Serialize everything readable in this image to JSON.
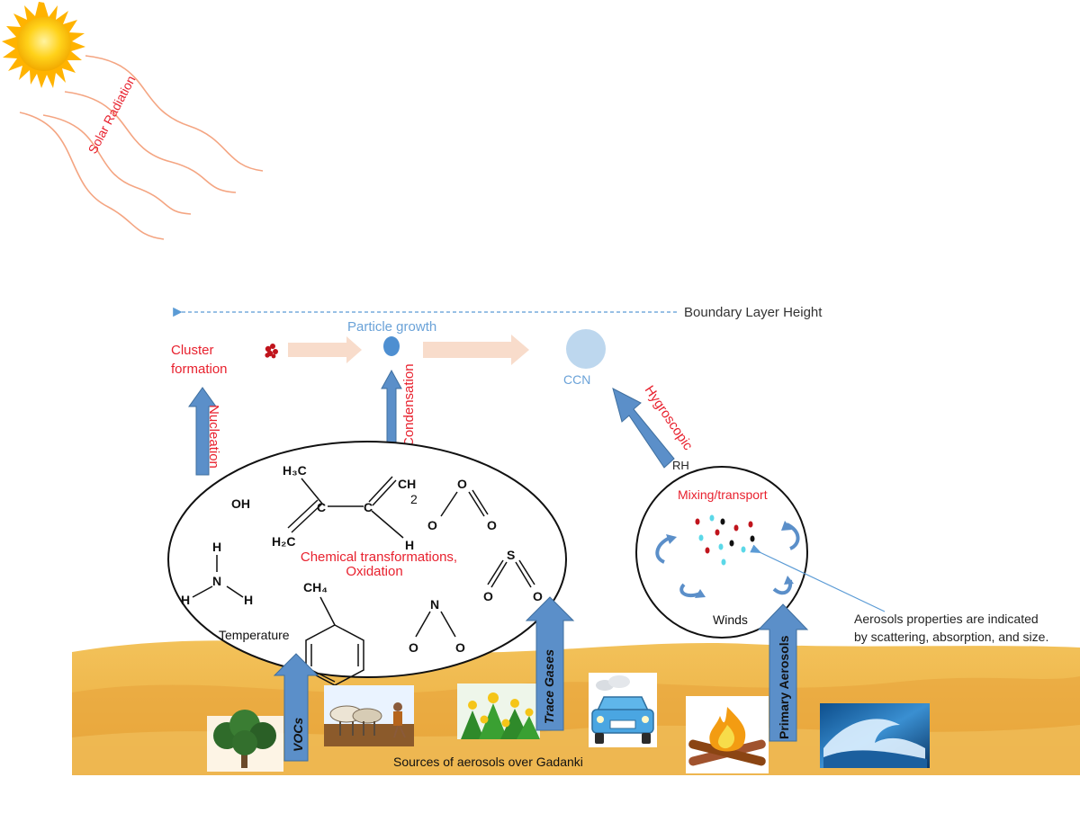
{
  "labels": {
    "solar_radiation": "Solar Radiation",
    "boundary_layer_height": "Boundary Layer Height",
    "particle_growth": "Particle growth",
    "cluster_formation_line1": "Cluster",
    "cluster_formation_line2": "formation",
    "ccn": "CCN",
    "nucleation": "Nucleation",
    "condensation": "Condensation",
    "hygroscopic": "Hygroscopic",
    "rh": "RH",
    "mixing_transport": "Mixing/transport",
    "winds": "Winds",
    "temperature": "Temperature",
    "chemical_transformations_line1": "Chemical transformations,",
    "chemical_transformations_line2": "Oxidation",
    "vocs": "VOCs",
    "trace_gases": "Trace Gases",
    "primary_aerosols": "Primary Aerosols",
    "aerosol_properties_line1": "Aerosols properties are indicated",
    "aerosol_properties_line2": "by scattering, absorption, and size.",
    "sources": "Sources of aerosols over Gadanki"
  },
  "molecules": {
    "oh": "OH",
    "h3c": "H₃C",
    "c_left": "C",
    "c_right": "C",
    "ch": "CH",
    "sub2": "2",
    "h2c": "H₂C",
    "h_right": "H",
    "ch4": "CH₄",
    "nh3_h_top": "H",
    "nh3_n": "N",
    "nh3_h_left": "H",
    "nh3_h_right": "H",
    "o3_o_top": "O",
    "o3_o_left": "O",
    "o3_o_right": "O",
    "so2_s": "S",
    "so2_o_left": "O",
    "so2_o_right": "O",
    "no2_n": "N",
    "no2_o_left": "O",
    "no2_o_right": "O"
  },
  "colors": {
    "red_label": "#e8212e",
    "blue_label": "#5b9bd5",
    "arrow_blue": "#5b8fc9",
    "arrow_peach": "#f8dccb",
    "sun_rays": "#f4a582",
    "sand": "#e8b04a",
    "sand_light": "#f2c766"
  },
  "icons": [
    "sun-icon",
    "tree-icon",
    "farmer-ploughing-icon",
    "sunflower-field-icon",
    "car-icon",
    "campfire-icon",
    "ocean-wave-icon"
  ]
}
